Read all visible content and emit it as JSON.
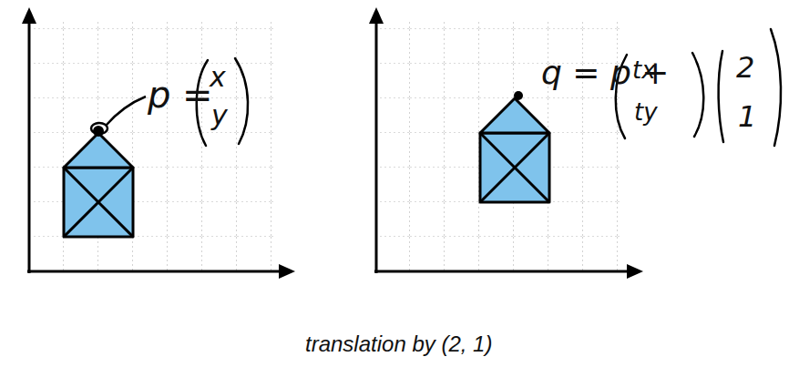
{
  "diagram": {
    "caption": "translation by (2, 1)",
    "labels": [
      "p =",
      "x",
      "y",
      "q = p +",
      "tx",
      "ty",
      "2",
      "1"
    ]
  }
}
